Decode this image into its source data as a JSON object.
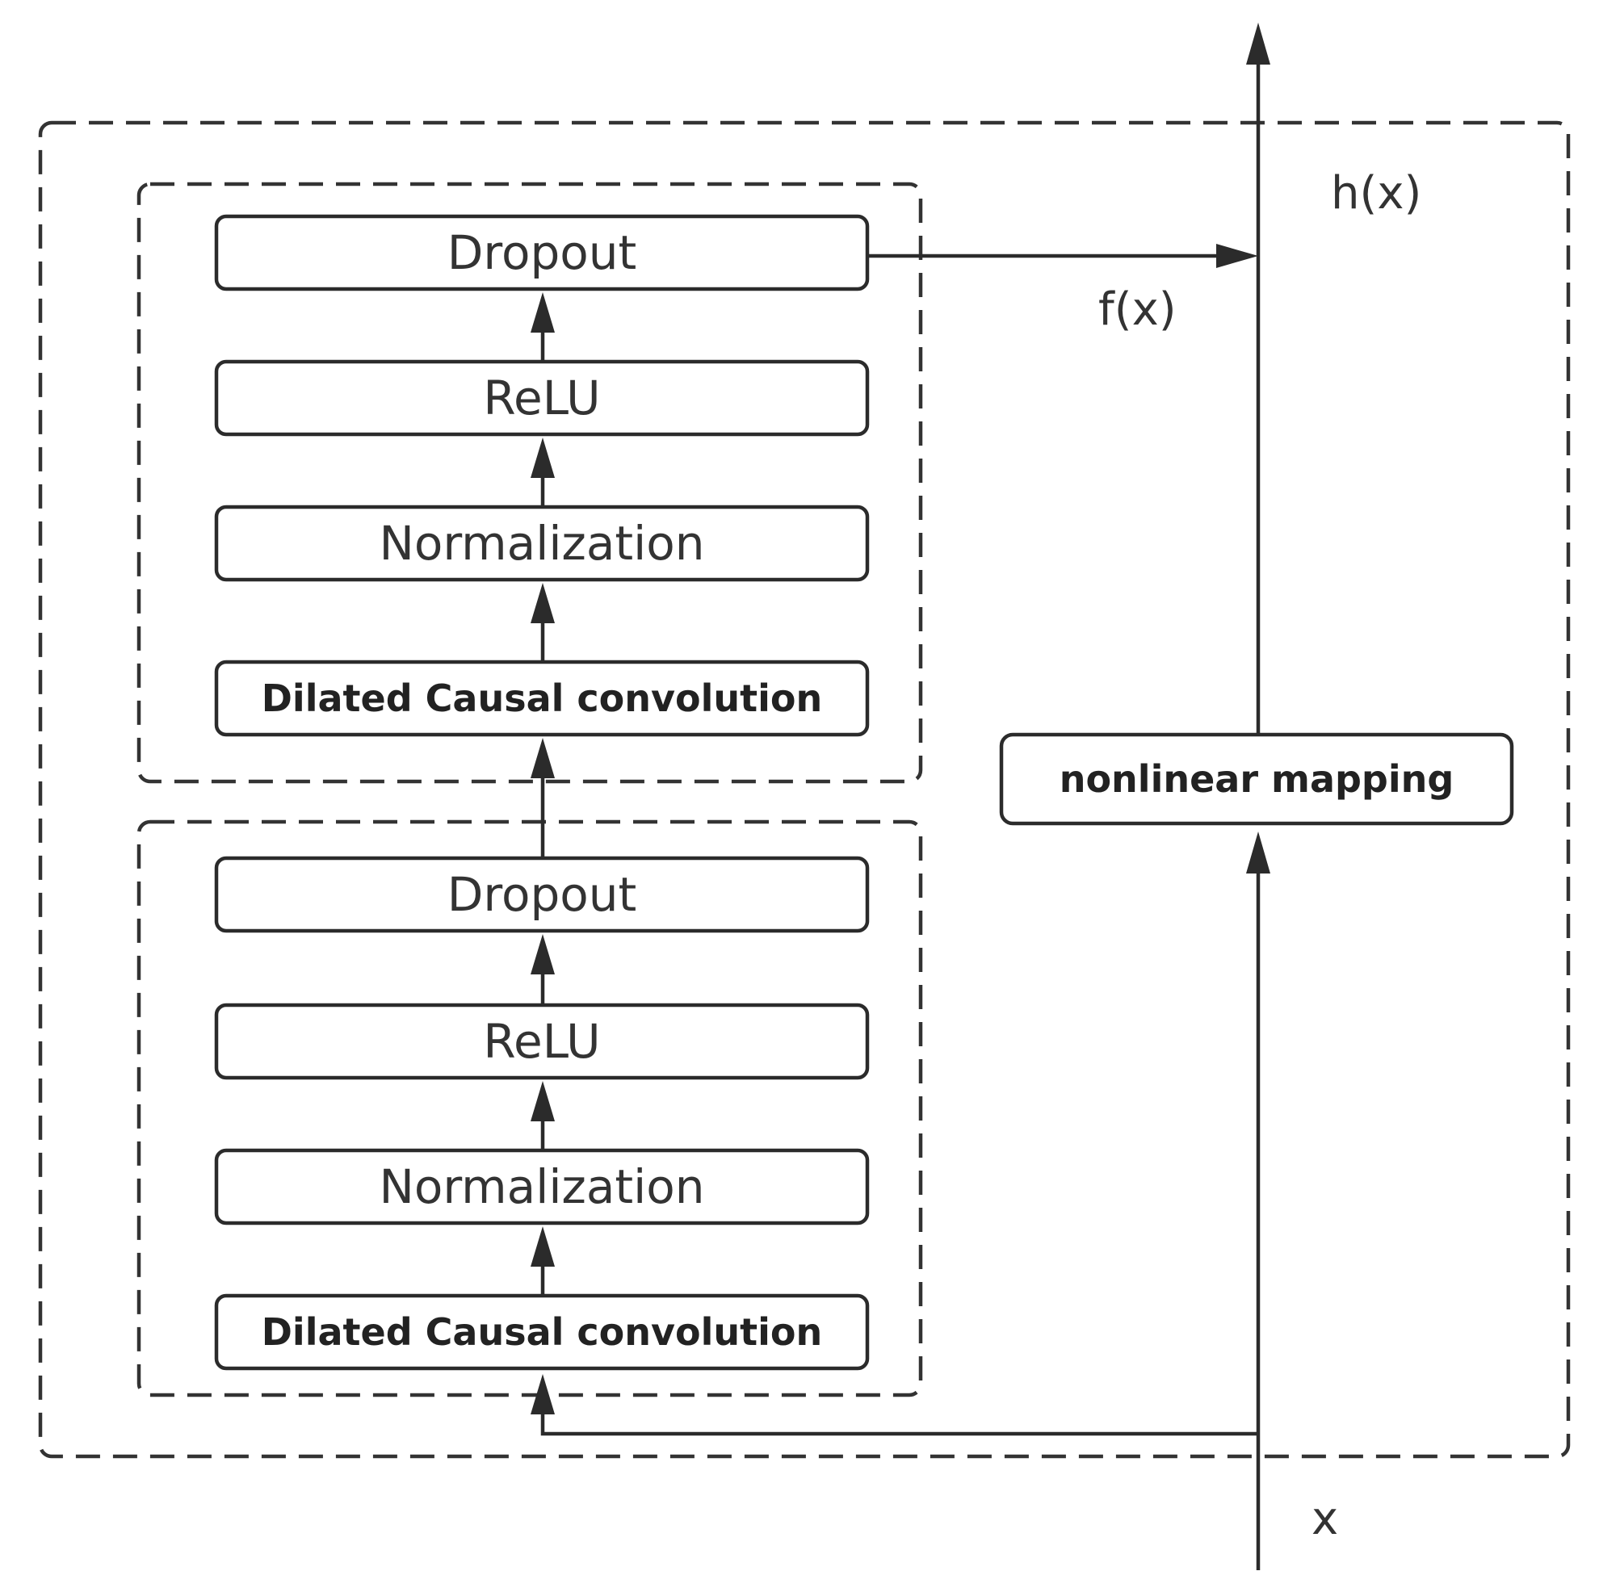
{
  "upper_block": {
    "layers": [
      {
        "label": "Dropout"
      },
      {
        "label": "ReLU"
      },
      {
        "label": "Normalization"
      },
      {
        "label": "Dilated Causal convolution"
      }
    ]
  },
  "lower_block": {
    "layers": [
      {
        "label": "Dropout"
      },
      {
        "label": "ReLU"
      },
      {
        "label": "Normalization"
      },
      {
        "label": "Dilated Causal convolution"
      }
    ]
  },
  "skip_branch": {
    "label": "nonlinear mapping"
  },
  "variables": {
    "input": "x",
    "residual_output": "f(x)",
    "block_output": "h(x)"
  }
}
